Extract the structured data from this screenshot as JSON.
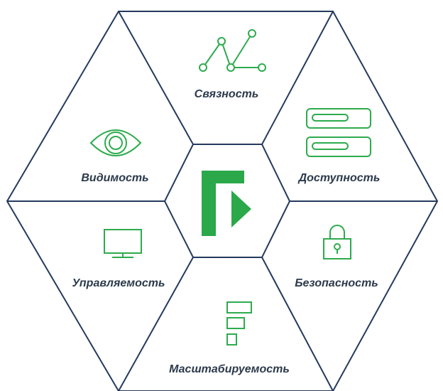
{
  "diagram": {
    "colors": {
      "outline": "#243a5e",
      "icon": "#2eab4e",
      "logo": "#2aa84a",
      "label": "#2c3a4c"
    },
    "center": {
      "icon": "fortinet-logo-icon"
    },
    "segments": [
      {
        "key": "connectivity",
        "label": "Связность",
        "icon": "network-nodes-icon"
      },
      {
        "key": "availability",
        "label": "Доступность",
        "icon": "servers-icon"
      },
      {
        "key": "security",
        "label": "Безопасность",
        "icon": "padlock-icon"
      },
      {
        "key": "scalability",
        "label": "Масштабируемость",
        "icon": "scaling-blocks-icon"
      },
      {
        "key": "manageability",
        "label": "Управляемость",
        "icon": "monitor-icon"
      },
      {
        "key": "visibility",
        "label": "Видимость",
        "icon": "eye-icon"
      }
    ]
  }
}
